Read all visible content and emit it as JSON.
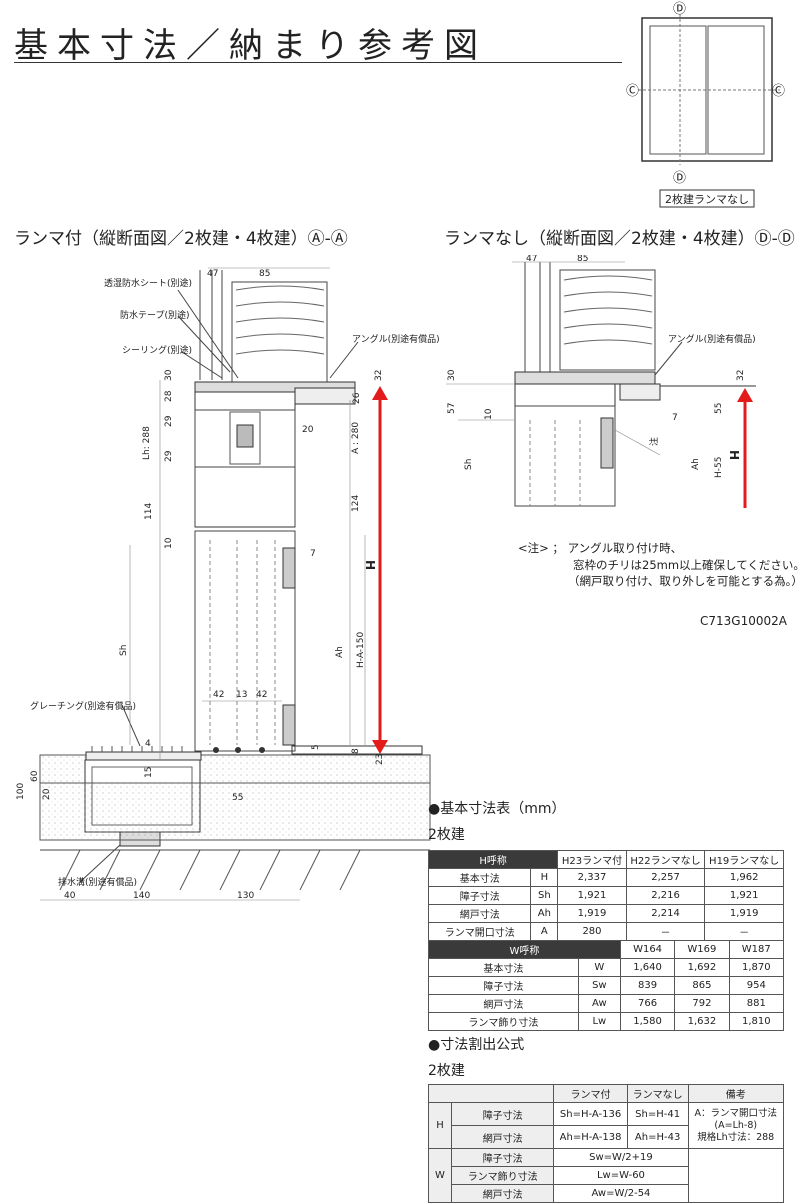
{
  "header": {
    "title": "基本寸法／納まり参考図"
  },
  "key_plan": {
    "markers": {
      "top": "Ⓓ",
      "bottom": "Ⓓ",
      "left": "Ⓒ",
      "right": "Ⓒ"
    },
    "caption": "2枚建ランマなし"
  },
  "section_left": {
    "title": "ランマ付（縦断面図／2枚建・4枚建）Ⓐ-Ⓐ",
    "callouts": {
      "sheet": "透湿防水シート(別途)",
      "tape": "防水テープ(別途)",
      "sealing": "シーリング(別途)",
      "angle": "アングル(別途有償品)",
      "grating": "グレーチング(別途有償品)",
      "drain": "排水溝(別途有償品)"
    },
    "dims": {
      "d47": "47",
      "d85": "85",
      "d30": "30",
      "d32": "32",
      "d28": "28",
      "d26": "26",
      "d29a": "29",
      "d29b": "29",
      "lh": "Lh: 288",
      "d20": "20",
      "a280": "A : 280",
      "d114": "114",
      "d124": "124",
      "d10": "10",
      "d7": "7",
      "sh": "Sh",
      "ah": "Ah",
      "ha150": "H-A-150",
      "h": "H",
      "d42a": "42",
      "d13": "13",
      "d42b": "42",
      "d4": "4",
      "d5": "5",
      "d8": "8",
      "d23": "23",
      "d15": "15",
      "d20b": "20",
      "d60": "60",
      "d100": "100",
      "d55": "55",
      "d40": "40",
      "d140": "140",
      "d130": "130"
    }
  },
  "section_right": {
    "title": "ランマなし（縦断面図／2枚建・4枚建）Ⓓ-Ⓓ",
    "callouts": {
      "angle": "アングル(別途有償品)",
      "chu": "注"
    },
    "dims": {
      "d47": "47",
      "d85": "85",
      "d30": "30",
      "d32": "32",
      "d57": "57",
      "d10": "10",
      "d55": "55",
      "d7": "7",
      "sh": "Sh",
      "ah": "Ah",
      "h55": "H-55",
      "h": "H"
    }
  },
  "notes": {
    "lines": [
      "<注>  ；  アングル取り付け時、",
      "窓枠のチリは25mm以上確保してください。",
      "（網戸取り付け、取り外しを可能とする為。）"
    ],
    "code": "C713G10002A"
  },
  "table1": {
    "heading": "●基本寸法表（mm）",
    "subheading": "2枚建",
    "h_header": [
      "H呼称",
      "H23ランマ付",
      "H22ランマなし",
      "H19ランマなし"
    ],
    "h_rows": [
      [
        "基本寸法",
        "H",
        "2,337",
        "2,257",
        "1,962"
      ],
      [
        "障子寸法",
        "Sh",
        "1,921",
        "2,216",
        "1,921"
      ],
      [
        "網戸寸法",
        "Ah",
        "1,919",
        "2,214",
        "1,919"
      ],
      [
        "ランマ開口寸法",
        "A",
        "280",
        "－",
        "－"
      ]
    ],
    "w_header": [
      "W呼称",
      "W164",
      "W169",
      "W187"
    ],
    "w_rows": [
      [
        "基本寸法",
        "W",
        "1,640",
        "1,692",
        "1,870"
      ],
      [
        "障子寸法",
        "Sw",
        "839",
        "865",
        "954"
      ],
      [
        "網戸寸法",
        "Aw",
        "766",
        "792",
        "881"
      ],
      [
        "ランマ飾り寸法",
        "Lw",
        "1,580",
        "1,632",
        "1,810"
      ]
    ]
  },
  "table2": {
    "heading": "●寸法割出公式",
    "subheading": "2枚建",
    "header": [
      "ランマ付",
      "ランマなし",
      "備考"
    ],
    "h_label": "H",
    "w_label": "W",
    "h_rows": [
      [
        "障子寸法",
        "Sh=H-A-136",
        "Sh=H-41"
      ],
      [
        "網戸寸法",
        "Ah=H-A-138",
        "Ah=H-43"
      ]
    ],
    "remark_lines": [
      "A：ランマ開口寸法",
      "(A=Lh-8)",
      "規格Lh寸法：288"
    ],
    "w_rows": [
      [
        "障子寸法",
        "Sw=W/2+19"
      ],
      [
        "ランマ飾り寸法",
        "Lw=W-60"
      ],
      [
        "網戸寸法",
        "Aw=W/2-54"
      ]
    ]
  }
}
